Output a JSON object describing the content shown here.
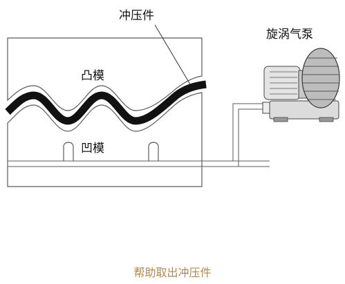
{
  "labels": {
    "workpiece": "冲压件",
    "upper_die": "凸模",
    "lower_die": "凹模",
    "pump": "旋涡气泵"
  },
  "caption": "帮助取出冲压件",
  "colors": {
    "line": "#5a5a5a",
    "workpiece": "#111111",
    "caption": "#b8864a"
  }
}
